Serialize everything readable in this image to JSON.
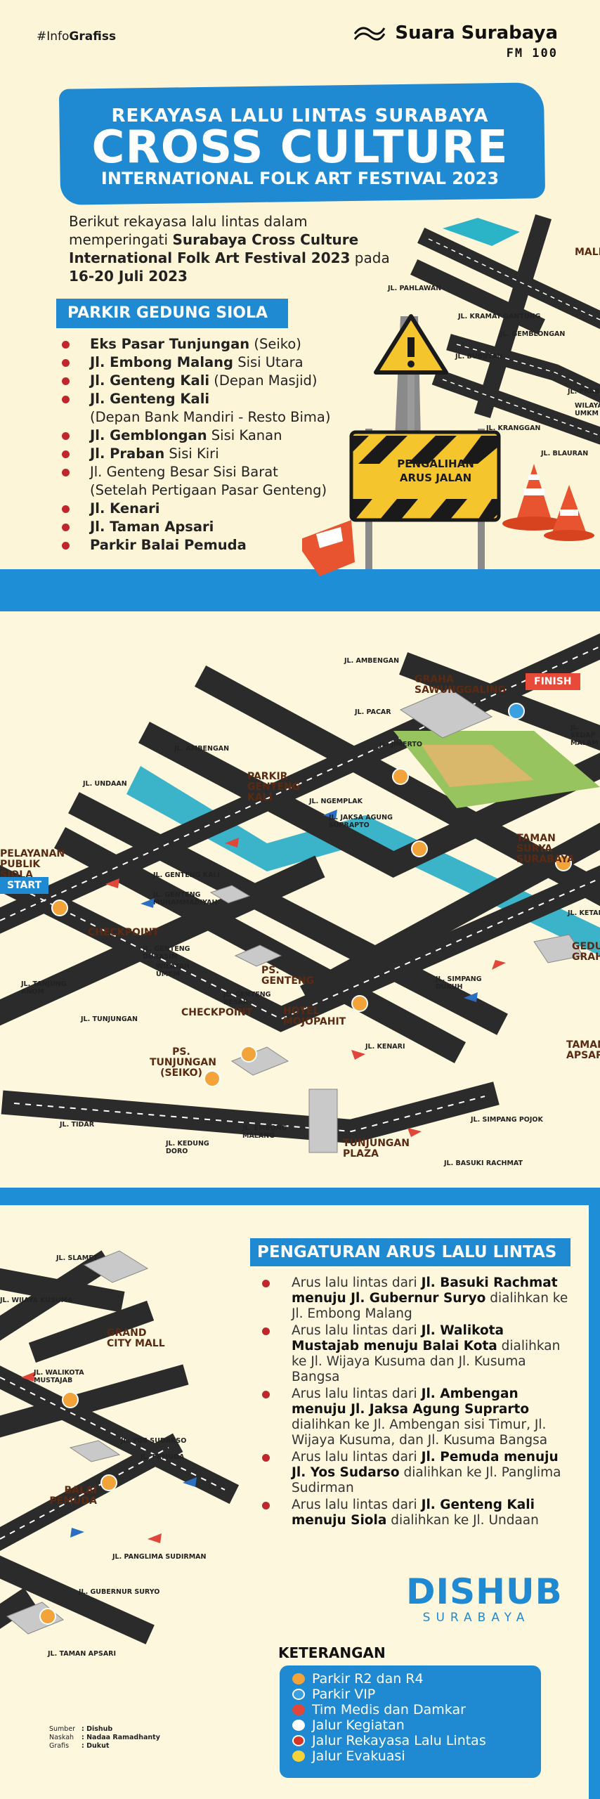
{
  "header": {
    "hashtag_prefix": "#Info",
    "hashtag_bold": "Grafiss",
    "brand_name": "Suara Surabaya",
    "brand_sub": "FM 100"
  },
  "title": {
    "line1": "REKAYASA LALU LINTAS SURABAYA",
    "line2": "CROSS CULTURE",
    "line3": "INTERNATIONAL FOLK ART FESTIVAL 2023"
  },
  "intro": {
    "part1": "Berikut rekayasa lalu lintas dalam memperingati ",
    "bold1": "Surabaya Cross Culture International Folk Art Festival 2023",
    "part2": " pada ",
    "bold2": "16-20 Juli 2023"
  },
  "parkir": {
    "heading": "PARKIR GEDUNG SIOLA",
    "items": [
      {
        "bold": "Eks Pasar Tunjungan",
        "rest": " (Seiko)"
      },
      {
        "bold": "Jl. Embong Malang",
        "rest": " Sisi Utara"
      },
      {
        "bold": "Jl. Genteng Kali",
        "rest": " (Depan Masjid)"
      },
      {
        "bold": "Jl. Genteng Kali",
        "rest": ""
      },
      {
        "bold": "",
        "rest": "(Depan Bank Mandiri - Resto Bima)"
      },
      {
        "bold": "Jl. Gemblongan",
        "rest": " Sisi Kanan"
      },
      {
        "bold": "Jl. Praban",
        "rest": " Sisi Kiri"
      },
      {
        "bold": "",
        "rest": "Jl. Genteng Besar Sisi Barat"
      },
      {
        "bold": "",
        "rest": "(Setelah Pertigaan Pasar Genteng)"
      },
      {
        "bold": "Jl. Kenari",
        "rest": ""
      },
      {
        "bold": "Jl. Taman Apsari",
        "rest": ""
      },
      {
        "bold": "Parkir Balai Pemuda",
        "rest": ""
      }
    ]
  },
  "sign": {
    "line1": "PENGALIHAN",
    "line2": "ARUS JALAN"
  },
  "map1_labels": {
    "pahlawan": "JL. PAHLAWAN",
    "kramat": "JL. KRAMAT GANTUNG",
    "gemblongan": "JL. GEMBLONGAN",
    "bubutan": "JL. BUBUTAN",
    "praban": "JL. PRABAN",
    "wilayah": "WILAYAH UMKM",
    "kranggan": "JL. KRANGGAN",
    "blauran": "JL. BLAURAN",
    "mall": "MALL"
  },
  "map2_labels": {
    "ambengan_top": "JL. AMBENGAN",
    "graha": "GRAHA SAWUNGGALING",
    "pacar": "JL. PACAR",
    "finish": "FINISH",
    "jimerto": "JL. JIMERTO",
    "sedap": "JL. SEDAP MALAM",
    "ambengan": "JL. AMBENGAN",
    "undaan": "JL. UNDAAN",
    "parkir_gk": "PARKIR GENTENG KALI",
    "ngemplak": "JL. NGEMPLAK",
    "jaksa": "JL. JAKSA AGUNG SUPRAPTO",
    "taman_surya": "TAMAN SURYA SURABAYA",
    "pelayanan": "PELAYANAN PUBLIK SIOLA",
    "start": "START",
    "genteng_kali": "JL. GENTENG KALI",
    "gk_muh": "JL. GENTENG MUHAMMADIYAH",
    "ketabang": "JL. KETABANG",
    "checkpoint1": "CHECKPOINT",
    "gedung": "GEDUNG GRAHADI",
    "genteng_durasim": "JL. GENTENG DURASIM",
    "wilayah_umkm": "WILAYAH UMKM",
    "ps_genteng": "PS. GENTENG",
    "genteng_besar": "JL. GENTENG BESAR",
    "simpang_dukuh": "JL. SIMPANG DUKUH",
    "tanjung_anom": "JL. TANJUNG ANOM",
    "tunjungan": "JL. TUNJUNGAN",
    "checkpoint2": "CHECKPOINT",
    "hotel": "HOTEL MOJOPAHIT",
    "taman_apsari": "TAMAN APSARI",
    "kenari": "JL. KENARI",
    "ps_tunjungan": "PS. TUNJUNGAN (SEIKO)",
    "tidar": "JL. TIDAR",
    "simpang_pojok": "JL. SIMPANG POJOK",
    "embong_malang": "JL. EMBONG MALANG",
    "kedung_doro": "JL. KEDUNG DORO",
    "tunjungan_plaza": "TUNJUNGAN PLAZA",
    "basuki": "JL. BASUKI RACHMAT"
  },
  "map3_labels": {
    "slamet": "JL. SLAMET",
    "wijaya": "JL. WIJAYA KUSUMA",
    "grand_city": "GRAND CITY MALL",
    "walikota": "JL. WALIKOTA MUSTAJAB",
    "yos": "JL. YOS SUDARSO",
    "pemuda": "JL. PEMUDA",
    "balai": "BALAI PEMUDA",
    "panglima": "JL. PANGLIMA SUDIRMAN",
    "gubernur": "JL. GUBERNUR SURYO",
    "taman_apsari": "JL. TAMAN APSARI"
  },
  "arus": {
    "heading": "PENGATURAN ARUS LALU LINTAS",
    "items": [
      {
        "pre": "Arus lalu lintas dari ",
        "bold": "Jl. Basuki Rachmat menuju Jl. Gubernur Suryo",
        "post": " dialihkan ke Jl. Embong Malang"
      },
      {
        "pre": "Arus lalu lintas dari ",
        "bold": "Jl. Walikota Mustajab menuju Balai Kota",
        "post": " dialihkan ke Jl. Wijaya Kusuma dan Jl. Kusuma Bangsa"
      },
      {
        "pre": "Arus lalu lintas dari ",
        "bold": "Jl. Ambengan menuju Jl. Jaksa Agung Suprarto",
        "post": " dialihkan ke Jl. Ambengan sisi Timur, Jl. Wijaya Kusuma, dan Jl. Kusuma Bangsa"
      },
      {
        "pre": "Arus lalu lintas dari ",
        "bold": "Jl. Pemuda menuju Jl. Yos Sudarso",
        "post": " dialihkan ke Jl. Panglima Sudirman"
      },
      {
        "pre": "Arus lalu lintas dari ",
        "bold": "Jl. Genteng Kali menuju Siola",
        "post": " dialihkan ke Jl. Undaan"
      }
    ]
  },
  "dishub": {
    "name": "DISHUB",
    "sub": "SURABAYA"
  },
  "keterangan": {
    "title": "KETERANGAN",
    "items": [
      {
        "label": "Parkir R2 dan R4",
        "color": "#f2a33a"
      },
      {
        "label": "Parkir VIP",
        "color": "#3aa0e0"
      },
      {
        "label": "Tim Medis dan Damkar",
        "color": "#e0463a"
      },
      {
        "label": "Jalur Kegiatan",
        "color": "#2b6fc0"
      },
      {
        "label": "Jalur Rekayasa Lalu Lintas",
        "color": "#d8352a"
      },
      {
        "label": "Jalur Evakuasi",
        "color": "#f4d23a"
      }
    ]
  },
  "credits": {
    "sumber_k": "Sumber",
    "sumber_v": ": Dishub",
    "naskah_k": "Naskah",
    "naskah_v": ": Nadaa Ramadhanty",
    "grafis_k": "Grafis",
    "grafis_v": ": Dukut"
  },
  "colors": {
    "brand_blue": "#1f8ad1",
    "bullet_red": "#c0272d",
    "road": "#2b2b2b",
    "background": "#fdf7dd"
  }
}
